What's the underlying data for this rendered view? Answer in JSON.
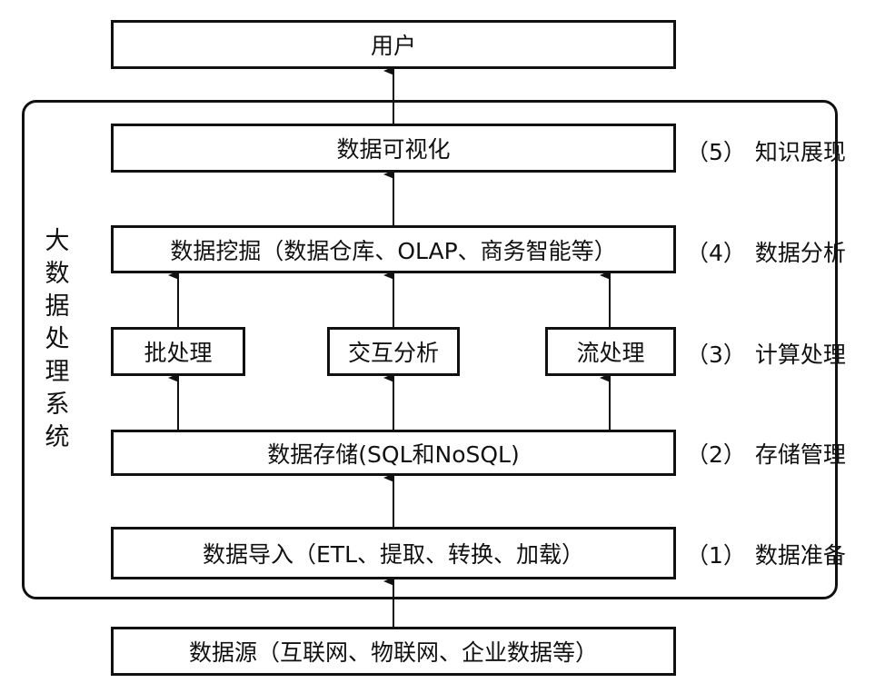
{
  "system_label": "大数据处理系统",
  "boxes": {
    "user": "用户",
    "visualization": "数据可视化",
    "mining": "数据挖掘（数据仓库、OLAP、商务智能等）",
    "batch": "批处理",
    "interactive": "交互分析",
    "stream": "流处理",
    "storage": "数据存储(SQL和NoSQL)",
    "import": "数据导入（ETL、提取、转换、加载）",
    "source": "数据源（互联网、物联网、企业数据等）"
  },
  "stages": [
    {
      "num": "（5）",
      "label": "知识展现"
    },
    {
      "num": "（4）",
      "label": "数据分析"
    },
    {
      "num": "（3）",
      "label": "计算处理"
    },
    {
      "num": "（2）",
      "label": "存储管理"
    },
    {
      "num": "（1）",
      "label": "数据准备"
    }
  ]
}
